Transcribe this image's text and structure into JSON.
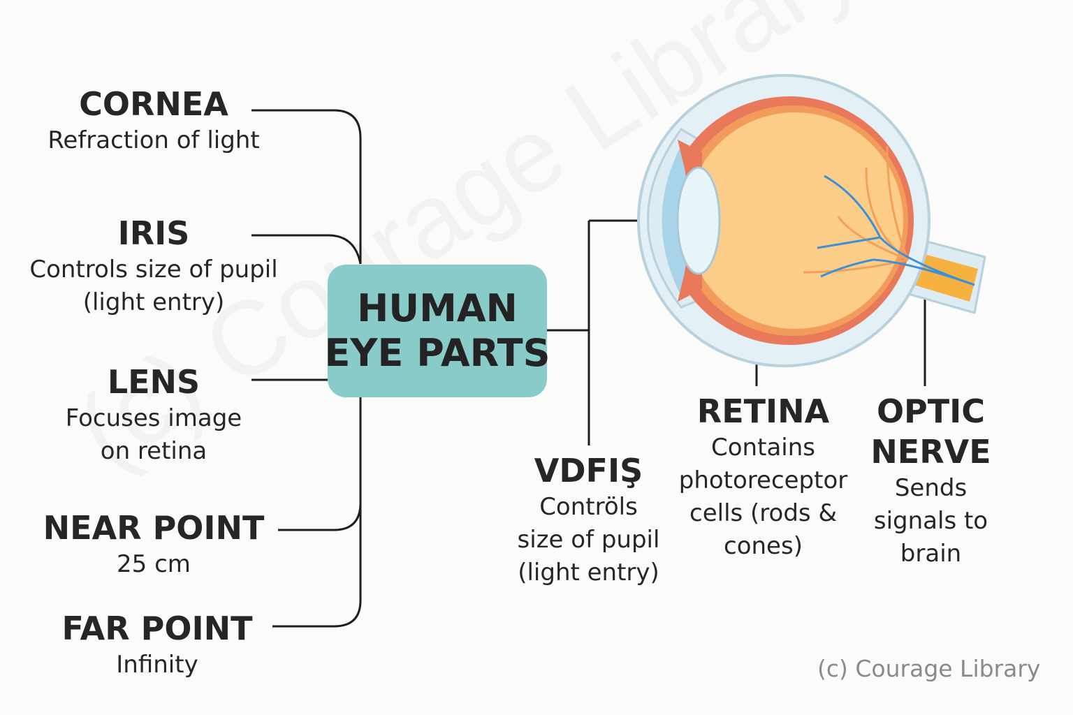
{
  "center": {
    "line1": "HUMAN",
    "line2": "EYE PARTS"
  },
  "left_parts": [
    {
      "title": "CORNEA",
      "desc": [
        "Refraction of light"
      ]
    },
    {
      "title": "IRIS",
      "desc": [
        "Controls size of pupil",
        "(light entry)"
      ]
    },
    {
      "title": "LENS",
      "desc": [
        "Focuses image",
        "on retina"
      ]
    },
    {
      "title": "NEAR POINT",
      "desc": [
        "25 cm"
      ]
    },
    {
      "title": "FAR POINT",
      "desc": [
        "Infinity"
      ]
    }
  ],
  "right_parts": [
    {
      "title": "VDFIŞ",
      "desc": [
        "Contröls",
        "size of pupil",
        "(light entry)"
      ]
    },
    {
      "title": "RETINA",
      "desc": [
        "Contains",
        "photoreceptor",
        "cells (rods &",
        "cones)"
      ]
    },
    {
      "title": [
        "OPTIC",
        "NERVE"
      ],
      "desc": [
        "Sends",
        "signals to",
        "brain"
      ]
    }
  ],
  "watermark": "(c) Courage Library",
  "colors": {
    "box": "#88cbc9",
    "sclera_outer": "#dcecf2",
    "retina_red": "#e8795a",
    "vitreous": "#fbcd88",
    "cornea_blue": "#a9d3e8",
    "nerve_orange": "#f5b240",
    "vessel_blue": "#3d8fd6"
  }
}
